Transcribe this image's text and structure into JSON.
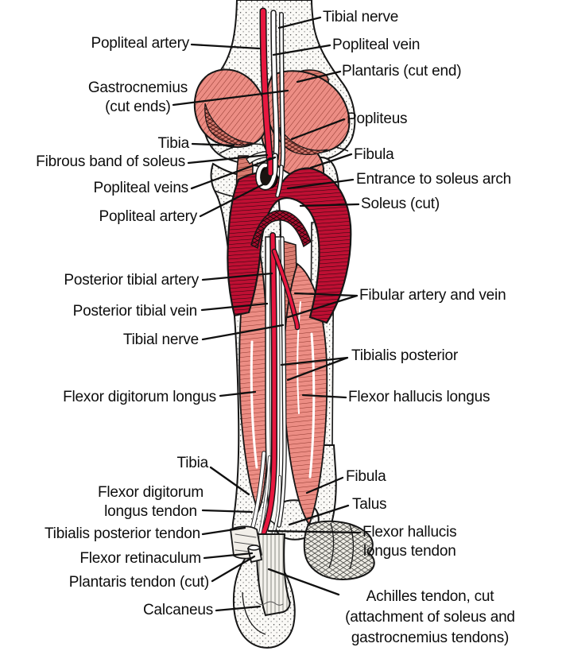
{
  "figure": {
    "subject": "Posterior leg deep dissection diagram",
    "colors": {
      "background": "#ffffff",
      "artery_red": "#e8173f",
      "soleus_crimson": "#bf0f33",
      "muscle_salmon": "#ec8d84",
      "muscle_dark_salmon": "#d97c70",
      "bone_white": "#faf9f6",
      "outline_black": "#161616",
      "label_text": "#0d0d0d"
    }
  },
  "labels": {
    "left": [
      {
        "id": "popliteal-artery-upper",
        "text": "Popliteal artery"
      },
      {
        "id": "gastrocnemius-cut-ends",
        "text": "Gastrocnemius\n(cut ends)"
      },
      {
        "id": "tibia-upper",
        "text": "Tibia"
      },
      {
        "id": "fibrous-band-of-soleus",
        "text": "Fibrous band of soleus"
      },
      {
        "id": "popliteal-veins",
        "text": "Popliteal veins"
      },
      {
        "id": "popliteal-artery-lower",
        "text": "Popliteal artery"
      },
      {
        "id": "posterior-tibial-artery",
        "text": "Posterior tibial artery"
      },
      {
        "id": "posterior-tibial-vein",
        "text": "Posterior tibial vein"
      },
      {
        "id": "tibial-nerve-mid",
        "text": "Tibial nerve"
      },
      {
        "id": "flexor-digitorum-longus",
        "text": "Flexor digitorum longus"
      },
      {
        "id": "tibia-lower",
        "text": "Tibia"
      },
      {
        "id": "flexor-digitorum-longus-tendon",
        "text": "Flexor digitorum\nlongus tendon"
      },
      {
        "id": "tibialis-posterior-tendon",
        "text": "Tibialis posterior tendon"
      },
      {
        "id": "flexor-retinaculum",
        "text": "Flexor retinaculum"
      },
      {
        "id": "plantaris-tendon-cut",
        "text": "Plantaris tendon (cut)"
      },
      {
        "id": "calcaneus",
        "text": "Calcaneus"
      }
    ],
    "right": [
      {
        "id": "tibial-nerve-upper",
        "text": "Tibial nerve"
      },
      {
        "id": "popliteal-vein",
        "text": "Popliteal vein"
      },
      {
        "id": "plantaris-cut-end",
        "text": "Plantaris (cut end)"
      },
      {
        "id": "popliteus",
        "text": "Popliteus"
      },
      {
        "id": "fibula-upper",
        "text": "Fibula"
      },
      {
        "id": "entrance-to-soleus-arch",
        "text": "Entrance to soleus arch"
      },
      {
        "id": "soleus-cut",
        "text": "Soleus (cut)"
      },
      {
        "id": "fibular-artery-and-vein",
        "text": "Fibular artery and vein"
      },
      {
        "id": "tibialis-posterior",
        "text": "Tibialis posterior"
      },
      {
        "id": "flexor-hallucis-longus",
        "text": "Flexor hallucis longus"
      },
      {
        "id": "fibula-lower",
        "text": "Fibula"
      },
      {
        "id": "talus",
        "text": "Talus"
      },
      {
        "id": "flexor-hallucis-longus-tendon",
        "text": "Flexor hallucis\nlongus tendon"
      },
      {
        "id": "achilles-tendon-cut",
        "text": "Achilles tendon, cut\n(attachment of soleus and\ngastrocnemius tendons)"
      }
    ]
  }
}
